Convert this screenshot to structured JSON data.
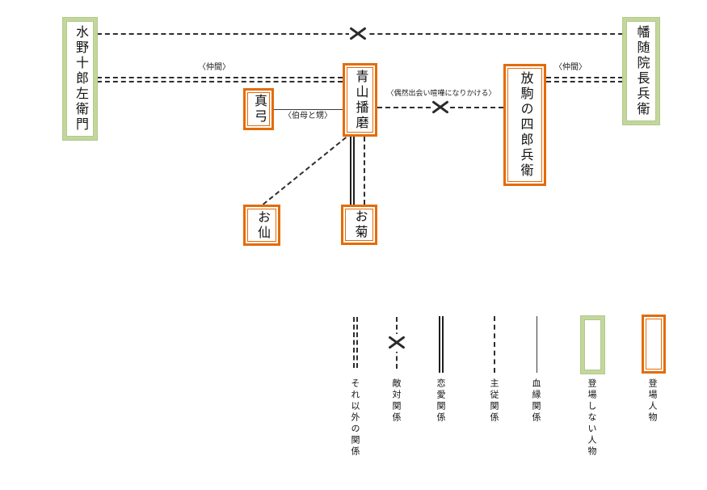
{
  "diagram": {
    "characters": [
      {
        "name": "水野十郎左衛門",
        "appears": false
      },
      {
        "name": "幡随院長兵衛",
        "appears": false
      },
      {
        "name": "青山播磨",
        "appears": true
      },
      {
        "name": "真弓",
        "appears": true
      },
      {
        "name": "放駒の四郎兵衛",
        "appears": true
      },
      {
        "name": "お仙",
        "appears": true
      },
      {
        "name": "お菊",
        "appears": true
      }
    ],
    "edges": [
      {
        "from": "水野十郎左衛門",
        "to": "幡随院長兵衛",
        "type": "敵対関係",
        "label": ""
      },
      {
        "from": "水野十郎左衛門",
        "to": "青山播磨",
        "type": "それ以外の関係",
        "label": "〈仲間〉"
      },
      {
        "from": "放駒の四郎兵衛",
        "to": "幡随院長兵衛",
        "type": "それ以外の関係",
        "label": "〈仲間〉"
      },
      {
        "from": "青山播磨",
        "to": "放駒の四郎兵衛",
        "type": "敵対関係",
        "label": "〈偶然出会い喧嘩になりかける〉"
      },
      {
        "from": "真弓",
        "to": "青山播磨",
        "type": "血縁関係",
        "label": "〈伯母と甥〉"
      },
      {
        "from": "青山播磨",
        "to": "お仙",
        "type": "主従関係",
        "label": ""
      },
      {
        "from": "青山播磨",
        "to": "お菊",
        "type": "恋愛関係",
        "label": ""
      },
      {
        "from": "青山播磨",
        "to": "お菊",
        "type": "主従関係",
        "label": ""
      }
    ]
  },
  "legend": {
    "items": [
      {
        "label": "それ以外の関係",
        "style": "double-dashed-line"
      },
      {
        "label": "敵対関係",
        "style": "dashed-line-with-x"
      },
      {
        "label": "恋愛関係",
        "style": "double-solid-line"
      },
      {
        "label": "主従関係",
        "style": "dashed-line"
      },
      {
        "label": "血縁関係",
        "style": "solid-line"
      },
      {
        "label": "登場しない人物",
        "style": "green-box"
      },
      {
        "label": "登場人物",
        "style": "orange-box"
      }
    ]
  },
  "colors": {
    "appearing_border": "#e36c0a",
    "non_appearing_border": "#c3d69b",
    "line": "#2e2e2e"
  }
}
